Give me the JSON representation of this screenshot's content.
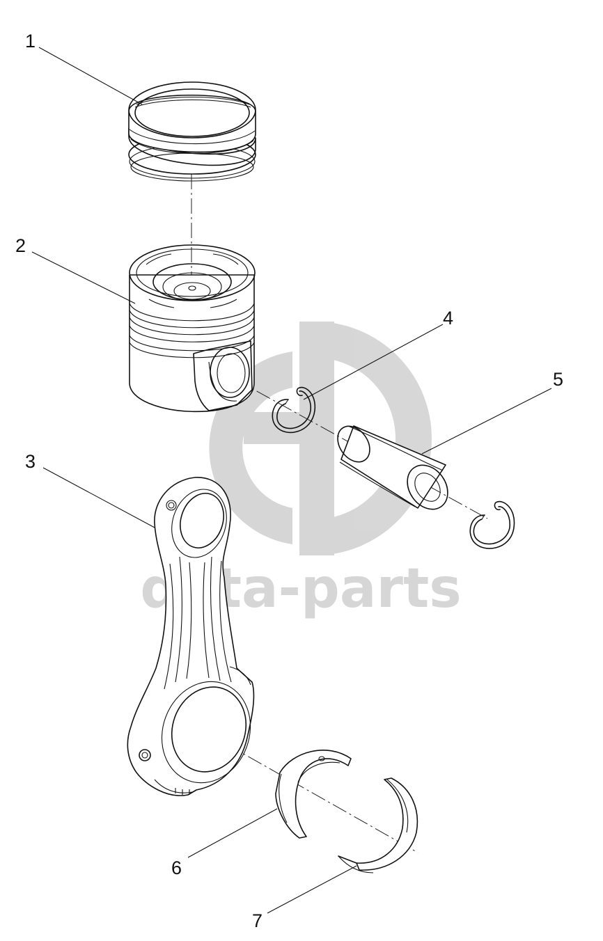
{
  "watermark": {
    "text": "data-parts",
    "color": "#d0d0d0"
  },
  "callouts": [
    {
      "id": "1",
      "label": "1"
    },
    {
      "id": "2",
      "label": "2"
    },
    {
      "id": "3",
      "label": "3"
    },
    {
      "id": "4",
      "label": "4"
    },
    {
      "id": "5",
      "label": "5"
    },
    {
      "id": "6",
      "label": "6"
    },
    {
      "id": "7",
      "label": "7"
    }
  ]
}
